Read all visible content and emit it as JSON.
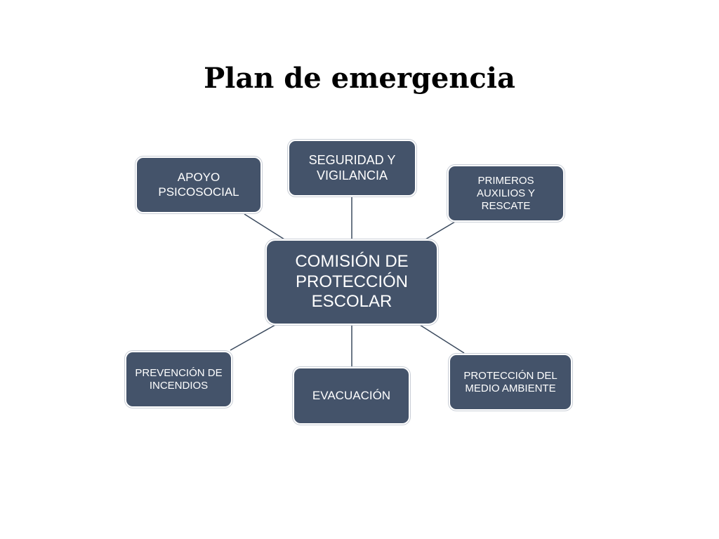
{
  "slide": {
    "title": "Plan de emergencia"
  },
  "diagram": {
    "center": "COMISIÓN DE PROTECCIÓN ESCOLAR",
    "nodes": {
      "apoyo": "APOYO PSICOSOCIAL",
      "seguridad": "SEGURIDAD Y VIGILANCIA",
      "primeros": "PRIMEROS AUXILIOS Y RESCATE",
      "prevencion": "PREVENCIÓN DE INCENDIOS",
      "evacuacion": "EVACUACIÓN",
      "proteccion": "PROTECCIÓN DEL MEDIO AMBIENTE"
    },
    "colors": {
      "node_fill": "#44536a",
      "node_text": "#ffffff",
      "connector": "#3b4a5e"
    }
  }
}
